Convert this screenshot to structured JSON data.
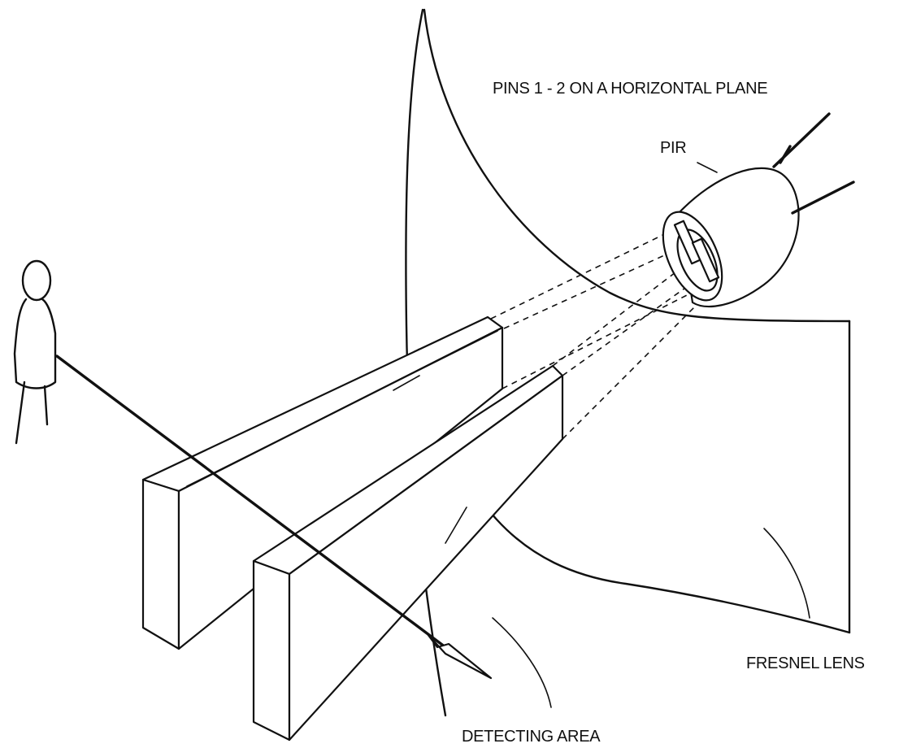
{
  "labels": {
    "pins": "PINS 1 - 2 ON A HORIZONTAL PLANE",
    "pir": "PIR",
    "fresnel": "FRESNEL LENS",
    "detecting": "DETECTING AREA"
  }
}
